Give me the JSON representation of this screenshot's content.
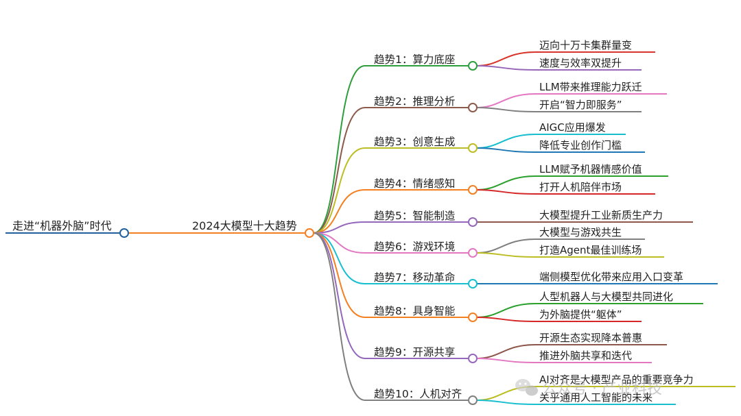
{
  "root": {
    "label": "走进“机器外脑”时代",
    "color": "#1f5f9c"
  },
  "center": {
    "label": "2024大模型十大趋势",
    "color": "#f47f20"
  },
  "trends": [
    {
      "label": "趋势1：算力底座",
      "color": "#2e9d3c",
      "children": [
        {
          "label": "迈向十万卡集群量变",
          "color": "#d9342b"
        },
        {
          "label": "速度与效率双提升",
          "color": "#9667b8"
        }
      ]
    },
    {
      "label": "趋势2：推理分析",
      "color": "#8b5a4a",
      "children": [
        {
          "label": "LLM带来推理能力跃迁",
          "color": "#e377c2"
        },
        {
          "label": "开启“智力即服务”",
          "color": "#7f7f7f"
        }
      ]
    },
    {
      "label": "趋势3：创意生成",
      "color": "#bcbd22",
      "children": [
        {
          "label": "AIGC应用爆发",
          "color": "#17becf"
        },
        {
          "label": "降低专业创作门槛",
          "color": "#1f77b4"
        }
      ]
    },
    {
      "label": "趋势4：情绪感知",
      "color": "#f47f20",
      "children": [
        {
          "label": "LLM赋予机器情感价值",
          "color": "#2ca02c"
        },
        {
          "label": "打开人机陪伴市场",
          "color": "#d62728"
        }
      ]
    },
    {
      "label": "趋势5：智能制造",
      "color": "#9467bd",
      "children": [
        {
          "label": "大模型提升工业新质生产力",
          "color": "#8c564b"
        }
      ]
    },
    {
      "label": "趋势6：游戏环境",
      "color": "#e377c2",
      "children": [
        {
          "label": "大模型与游戏共生",
          "color": "#7f7f7f"
        },
        {
          "label": "打造Agent最佳训练场",
          "color": "#bcbd22"
        }
      ]
    },
    {
      "label": "趋势7：移动革命",
      "color": "#17becf",
      "children": [
        {
          "label": "端侧模型优化带来应用入口变革",
          "color": "#1f77b4"
        }
      ]
    },
    {
      "label": "趋势8：具身智能",
      "color": "#f47f20",
      "children": [
        {
          "label": "人型机器人与大模型共同进化",
          "color": "#2ca02c"
        },
        {
          "label": "为外脑提供“躯体”",
          "color": "#d62728"
        }
      ]
    },
    {
      "label": "趋势9：开源共享",
      "color": "#9467bd",
      "children": [
        {
          "label": "开源生态实现降本普惠",
          "color": "#8c564b"
        },
        {
          "label": "推进外脑共享和迭代",
          "color": "#e377c2"
        }
      ]
    },
    {
      "label": "趋势10：人机对齐",
      "color": "#7f7f7f",
      "children": [
        {
          "label": "AI对齐是大模型产品的重要竞争力",
          "color": "#bcbd22"
        },
        {
          "label": "关乎通用人工智能的未来",
          "color": "#17becf"
        }
      ]
    }
  ],
  "watermark": {
    "text": "公众号 · 产业科技",
    "icon": "wechat-icon"
  }
}
